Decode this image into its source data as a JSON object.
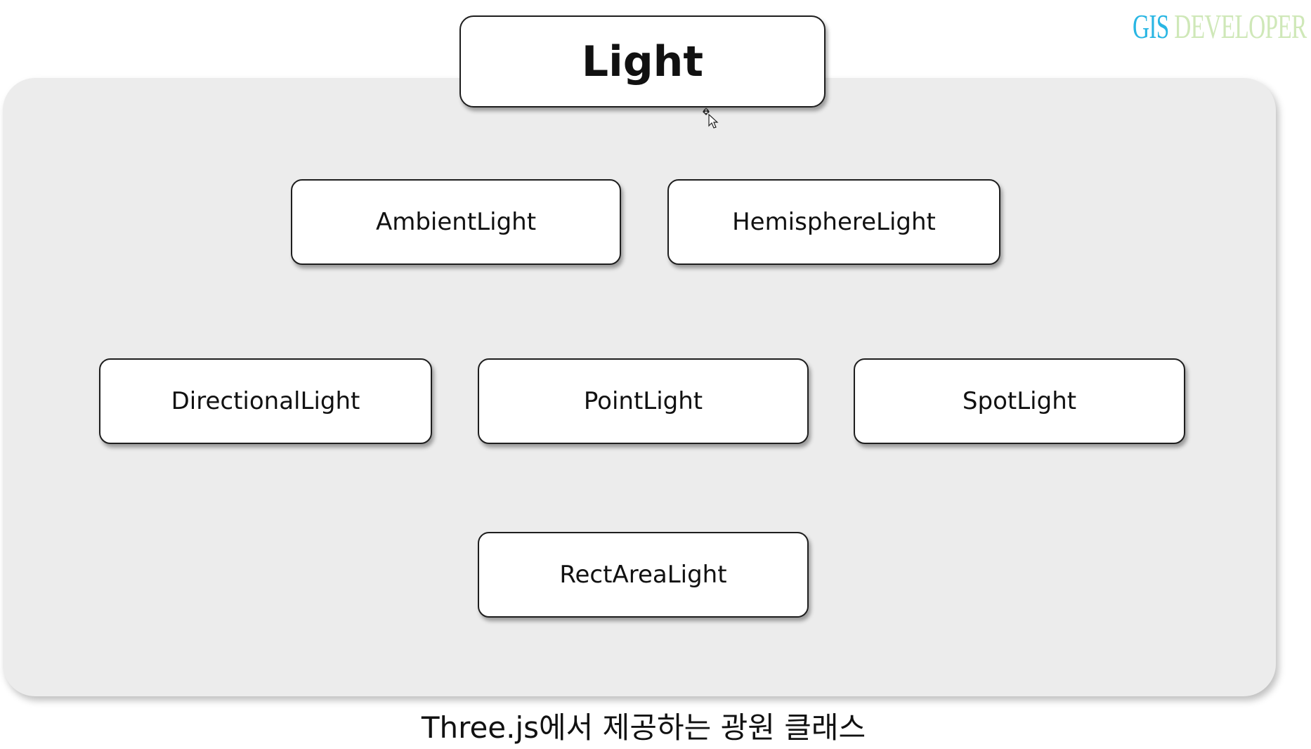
{
  "watermark": {
    "part1": "GIS",
    "part2": " DEVELOPER"
  },
  "root": {
    "label": "Light"
  },
  "children": {
    "ambient": "AmbientLight",
    "hemisphere": "HemisphereLight",
    "directional": "DirectionalLight",
    "point": "PointLight",
    "spot": "SpotLight",
    "rectarea": "RectAreaLight"
  },
  "caption": "Three.js에서 제공하는 광원 클래스",
  "colors": {
    "panel": "#ececec",
    "node_fill": "#ffffff",
    "node_border": "#1e1e1e",
    "watermark_gis": "#29b6e3",
    "watermark_developer": "#cfe8b8"
  }
}
